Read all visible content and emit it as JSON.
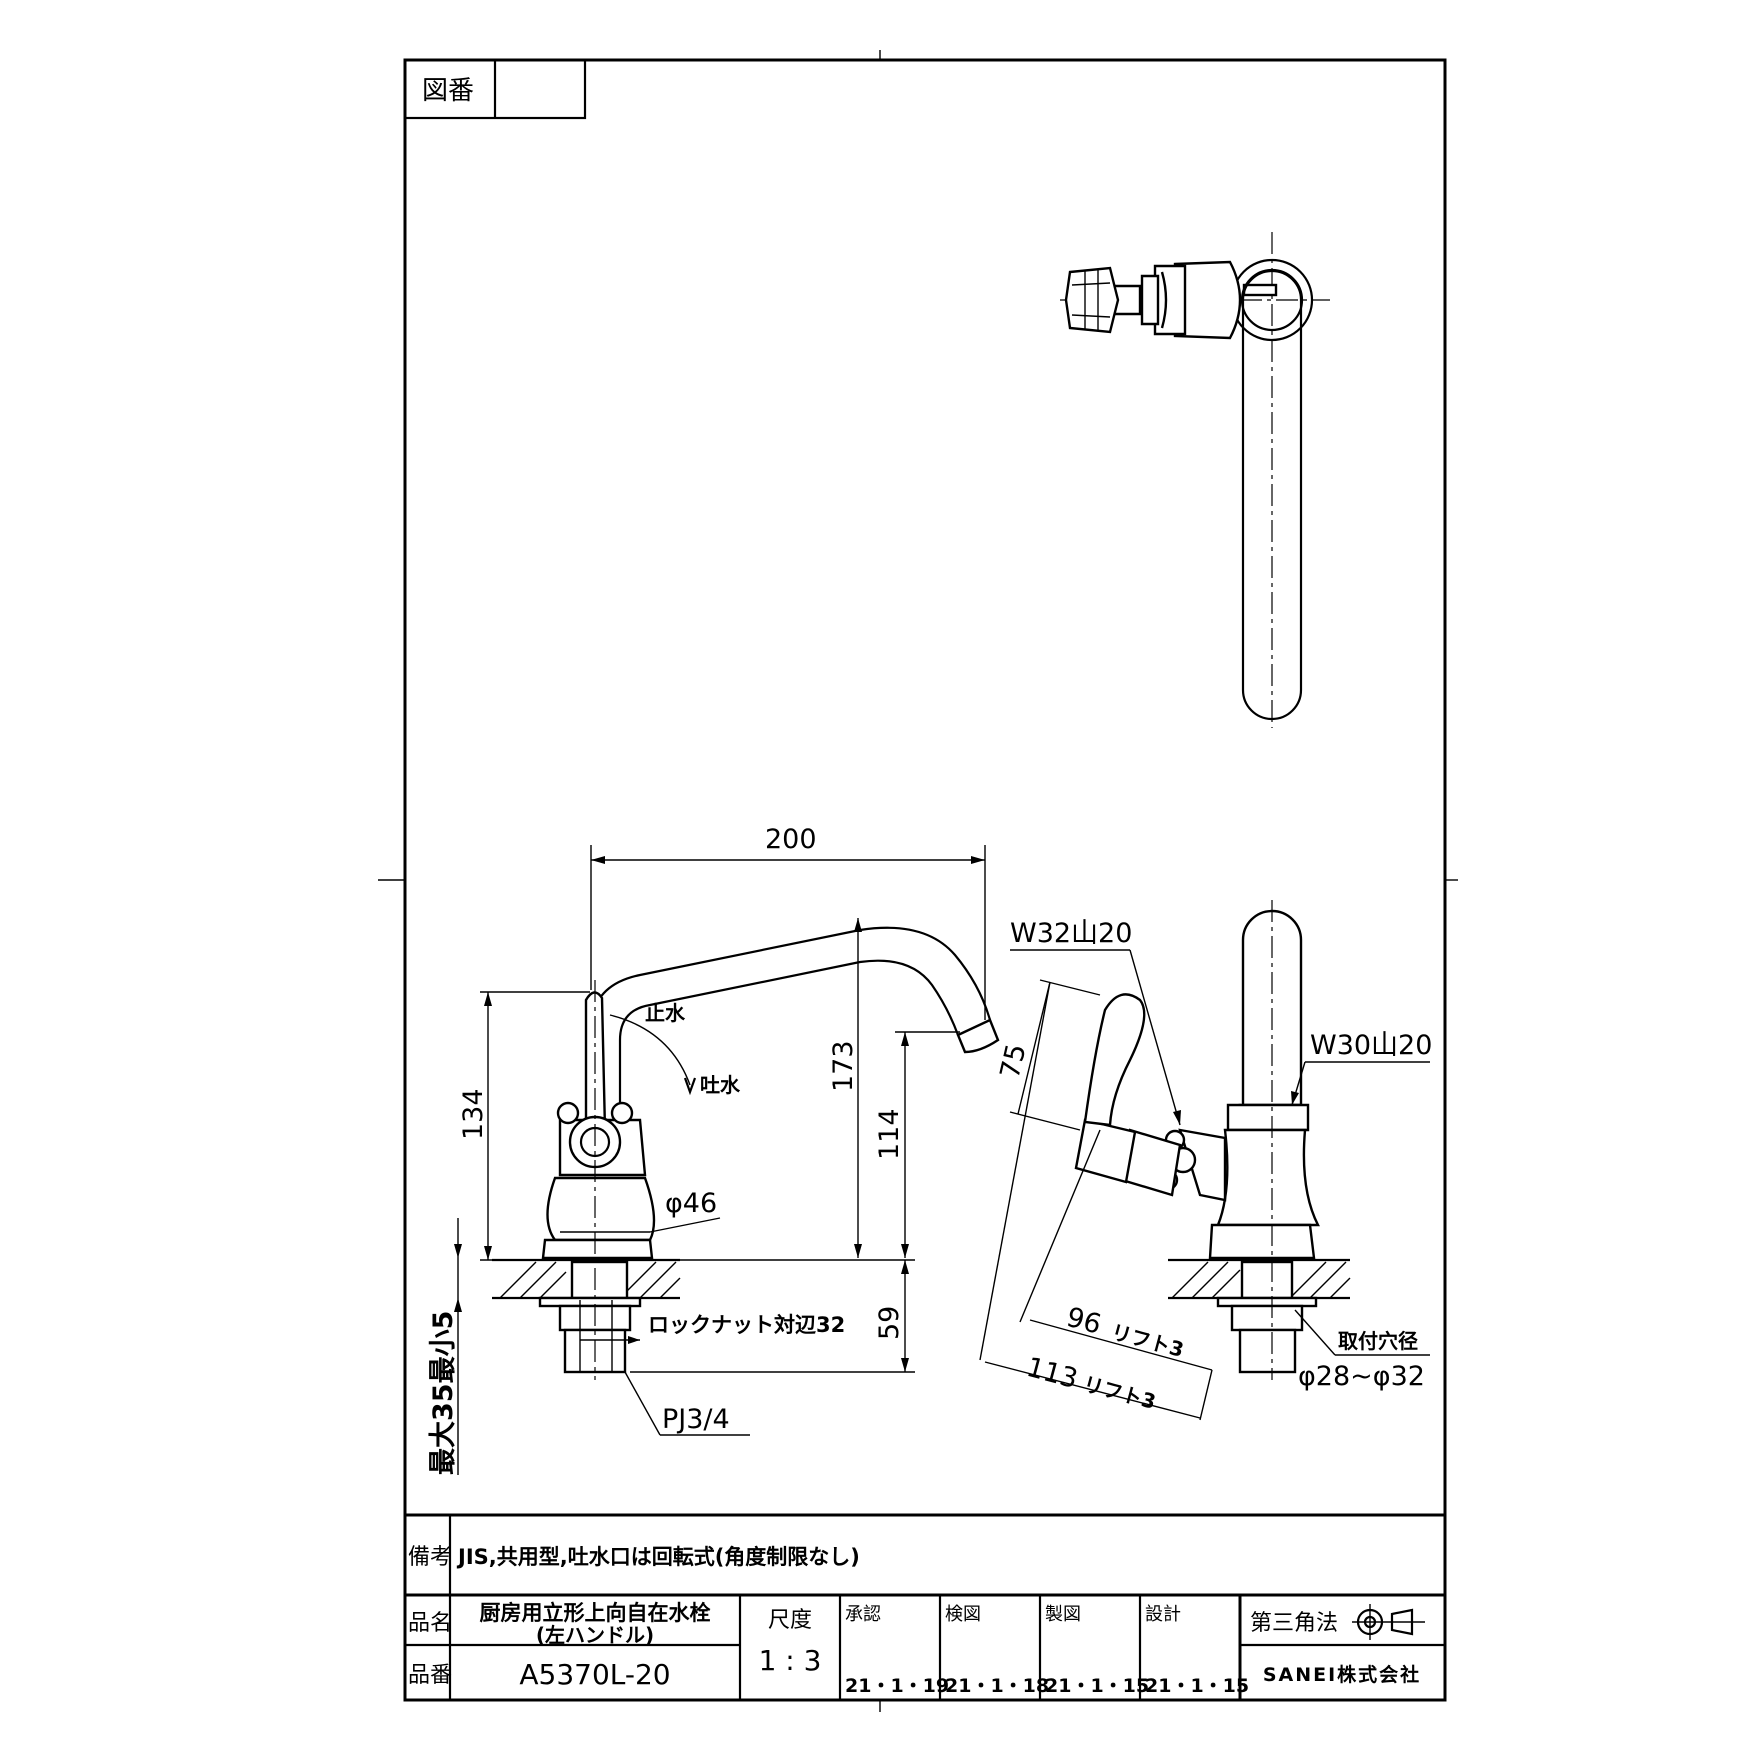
{
  "title_block": {
    "drawing_no_label": "図番",
    "drawing_no_value": "",
    "remarks_label": "備考",
    "remarks_text": "JIS,共用型,吐水口は回転式(角度制限なし)",
    "product_name_label": "品名",
    "product_name_line1": "厨房用立形上向自在水栓",
    "product_name_line2": "(左ハンドル)",
    "product_no_label": "品番",
    "product_no": "A5370L-20",
    "scale_label": "尺度",
    "scale_value": "1 : 3",
    "approvals": [
      {
        "label": "承認",
        "date": "21・1・19"
      },
      {
        "label": "検図",
        "date": "21・1・18"
      },
      {
        "label": "製図",
        "date": "21・1・15"
      },
      {
        "label": "設計",
        "date": "21・1・15"
      }
    ],
    "projection_label": "第三角法",
    "company": "SANEI株式会社"
  },
  "dimensions": {
    "width_200": "200",
    "height_173": "173",
    "height_134": "134",
    "height_114": "114",
    "height_59": "59",
    "dia_46": "φ46",
    "locknut": "ロックナット対辺32",
    "pj": "PJ3/4",
    "max_min": "最大35最小5",
    "w32": "W32山20",
    "w30": "W30山20",
    "d75": "75",
    "d96": "96",
    "d113": "113",
    "lift3": "リフト3",
    "hole_label": "取付穴径",
    "hole_value": "φ28~φ32",
    "stop_water": "止水",
    "spout_water": "吐水"
  }
}
